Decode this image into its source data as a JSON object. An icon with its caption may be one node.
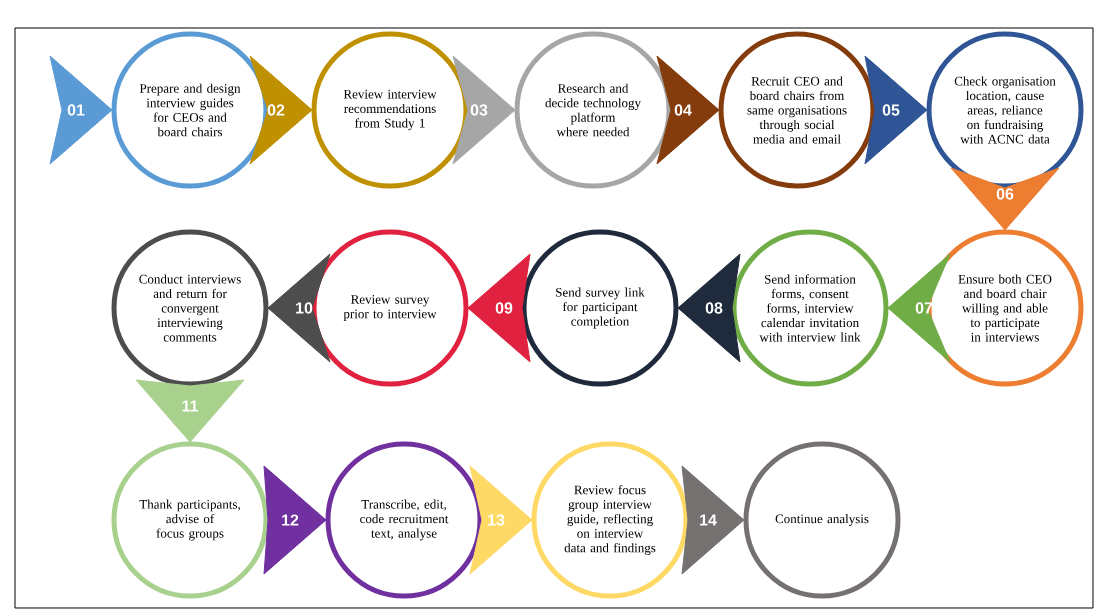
{
  "diagram": {
    "nodes": [
      {
        "text": [
          "Prepare and design interview guides for CEOs and board chairs"
        ]
      },
      {
        "text": [
          "Review interview recommendations from Study 1"
        ]
      },
      {
        "text": [
          "Research and decide technology platform where needed"
        ]
      },
      {
        "text": [
          "Recruit CEO and board chairs from same organisations through social media and email"
        ]
      },
      {
        "text": [
          "Check organisation location, cause areas, reliance on fundraising with ACNC data"
        ]
      },
      {
        "text": [
          "Ensure both CEO and board chair willing and able to participate in interviews"
        ]
      },
      {
        "text": [
          "Send information forms, consent forms, interview calendar invitation with interview link"
        ]
      },
      {
        "text": [
          "Send survey link for participant completion"
        ]
      },
      {
        "text": [
          "Review survey prior to interview"
        ]
      },
      {
        "text": [
          "Conduct interviews and return for convergent interviewing comments"
        ]
      },
      {
        "text": [
          "Thank participants, advise of focus groups"
        ]
      },
      {
        "text": [
          "Transcribe, edit, code recruitment text, analyse"
        ]
      },
      {
        "text": [
          "Review focus group interview guide, reflecting on interview data and findings"
        ]
      },
      {
        "text": [
          "Continue analysis"
        ]
      }
    ],
    "edges": [
      {
        "from": null,
        "to": 0,
        "arrow": "to",
        "label": "01",
        "color": "#5b9bd5"
      },
      {
        "from": 0,
        "to": 1,
        "arrow": "to",
        "label": "02",
        "color": "#bf9000"
      },
      {
        "from": 1,
        "to": 2,
        "arrow": "to",
        "label": "03",
        "color": "#a6a6a6"
      },
      {
        "from": 2,
        "to": 3,
        "arrow": "to",
        "label": "04",
        "color": "#843c0c"
      },
      {
        "from": 3,
        "to": 4,
        "arrow": "to",
        "label": "05",
        "color": "#2f5597"
      },
      {
        "from": 4,
        "to": 5,
        "arrow": "to",
        "label": "06",
        "color": "#ed7d31"
      },
      {
        "from": 5,
        "to": 6,
        "arrow": "to",
        "label": "07",
        "color": "#70ad47"
      },
      {
        "from": 6,
        "to": 7,
        "arrow": "to",
        "label": "08",
        "color": "#1f2a3c"
      },
      {
        "from": 7,
        "to": 8,
        "arrow": "to",
        "label": "09",
        "color": "#e0213f"
      },
      {
        "from": 8,
        "to": 9,
        "arrow": "to",
        "label": "10",
        "color": "#4d4d4d"
      },
      {
        "from": 9,
        "to": 10,
        "arrow": "to",
        "label": "11",
        "color": "#a9d18e"
      },
      {
        "from": 10,
        "to": 11,
        "arrow": "to",
        "label": "12",
        "color": "#7030a0"
      },
      {
        "from": 11,
        "to": 12,
        "arrow": "to",
        "label": "13",
        "color": "#ffd966"
      },
      {
        "from": 12,
        "to": 13,
        "arrow": "to",
        "label": "14",
        "color": "#767171"
      }
    ]
  }
}
